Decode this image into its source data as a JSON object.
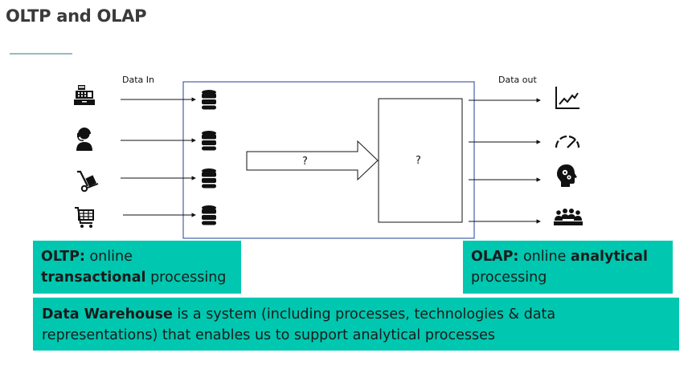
{
  "title": "OLTP and OLAP",
  "diagram": {
    "data_in_label": "Data In",
    "data_out_label": "Data out",
    "arrow_question": "?",
    "process_question": "?",
    "sources": [
      {
        "icon": "cash-register-icon"
      },
      {
        "icon": "customer-service-agent-icon"
      },
      {
        "icon": "hand-truck-icon"
      },
      {
        "icon": "shopping-cart-icon"
      }
    ],
    "outputs": [
      {
        "icon": "line-chart-icon"
      },
      {
        "icon": "gauge-icon"
      },
      {
        "icon": "head-gears-icon"
      },
      {
        "icon": "people-group-icon"
      }
    ]
  },
  "oltp": {
    "term": "OLTP:",
    "line1_rest": " online",
    "emph": "transactional",
    "line2_rest": " processing"
  },
  "olap": {
    "term": "OLAP:",
    "text1": " online ",
    "emph": "analytical",
    "line2": "processing"
  },
  "data_warehouse": {
    "term": "Data Warehouse",
    "rest": " is a system (including processes, technologies & data representations) that enables us to support analytical processes"
  },
  "colors": {
    "box_fill": "#00c7b0",
    "frame_stroke": "#4a5fa8",
    "title_text": "#3a3a3a"
  }
}
